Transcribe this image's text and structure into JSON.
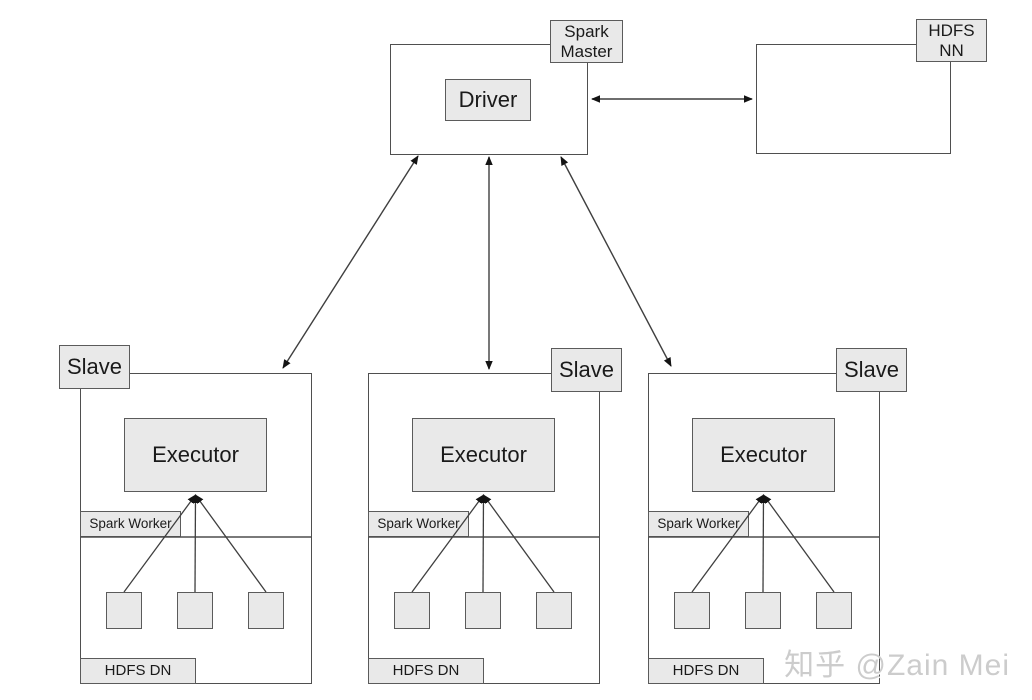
{
  "watermark": "知乎 @Zain Mei",
  "master_node": {
    "role_tag": "Spark\nMaster",
    "driver_label": "Driver"
  },
  "hdfs_node": {
    "role_tag": "HDFS\nNN"
  },
  "slaves": [
    {
      "role_tag": "Slave",
      "executor_label": "Executor",
      "worker_tag": "Spark Worker",
      "datanode_tag": "HDFS DN",
      "task_count": 3
    },
    {
      "role_tag": "Slave",
      "executor_label": "Executor",
      "worker_tag": "Spark Worker",
      "datanode_tag": "HDFS DN",
      "task_count": 3
    },
    {
      "role_tag": "Slave",
      "executor_label": "Executor",
      "worker_tag": "Spark Worker",
      "datanode_tag": "HDFS DN",
      "task_count": 3
    }
  ],
  "colors": {
    "box_fill": "#e9e9e9",
    "box_border": "#5b5b5b",
    "container_border": "#4f4f4f",
    "connector": "#3f3f3f",
    "watermark_color": "#cccccc"
  }
}
